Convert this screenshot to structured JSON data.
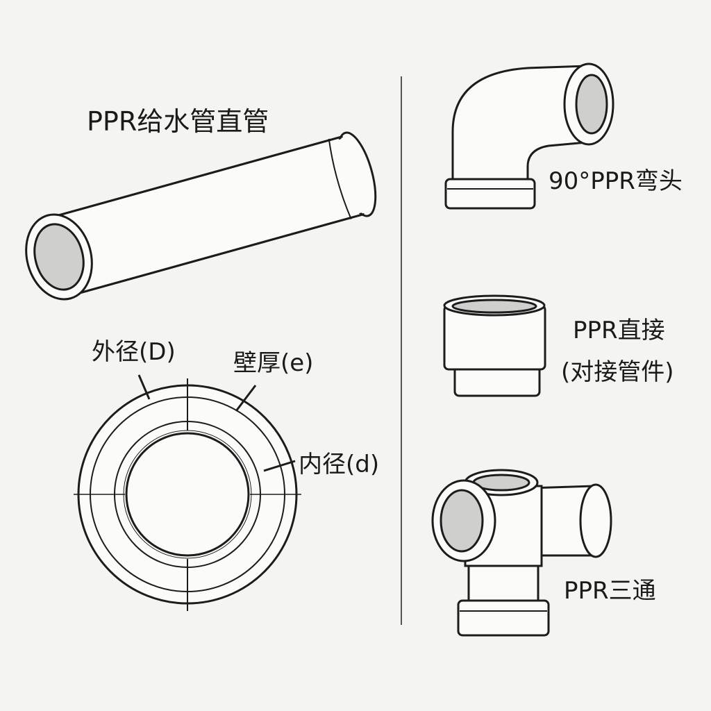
{
  "title": "PPR给水管直管",
  "ring_labels": {
    "outer": "外径(D)",
    "wall": "壁厚(e)",
    "inner": "内径(d)"
  },
  "fittings": {
    "elbow": "90°PPR弯头",
    "coupling_line1": "PPR直接",
    "coupling_line2": "(对接管件)",
    "tee": "PPR三通"
  },
  "colors": {
    "background": "#f4f4f1",
    "line": "#1c1c1c",
    "pipe": "#fbfbfa",
    "bore": "#cfcfcd"
  }
}
